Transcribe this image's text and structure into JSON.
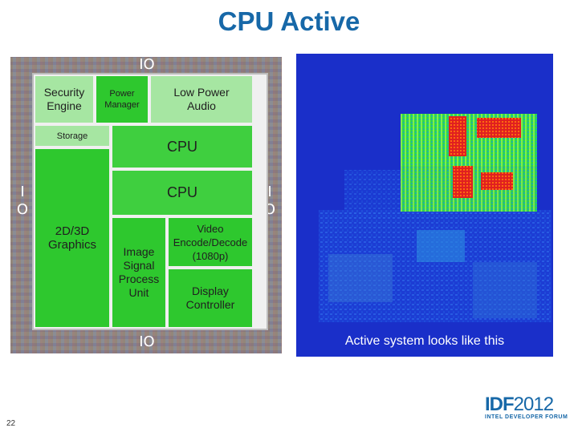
{
  "title": "CPU Active",
  "floorplan": {
    "io_top": "IO",
    "io_bottom": "IO",
    "io_left": "I\nO",
    "io_right": "I\nO",
    "blocks": {
      "security_engine": "Security\nEngine",
      "power_manager": "Power\nManager",
      "low_power_audio": "Low Power\nAudio",
      "storage": "Storage",
      "cpu_1": "CPU",
      "cpu_2": "CPU",
      "graphics": "2D/3D\nGraphics",
      "image_signal": "Image\nSignal\nProcess\nUnit",
      "video": "Video\nEncode/Decode\n(1080p)",
      "display": "Display\nController"
    }
  },
  "thermal": {
    "caption": "Active system looks like this"
  },
  "footer": {
    "page_number": "22",
    "logo_idf": "IDF",
    "logo_year": "2012",
    "logo_sub": "INTEL DEVELOPER FORUM"
  }
}
